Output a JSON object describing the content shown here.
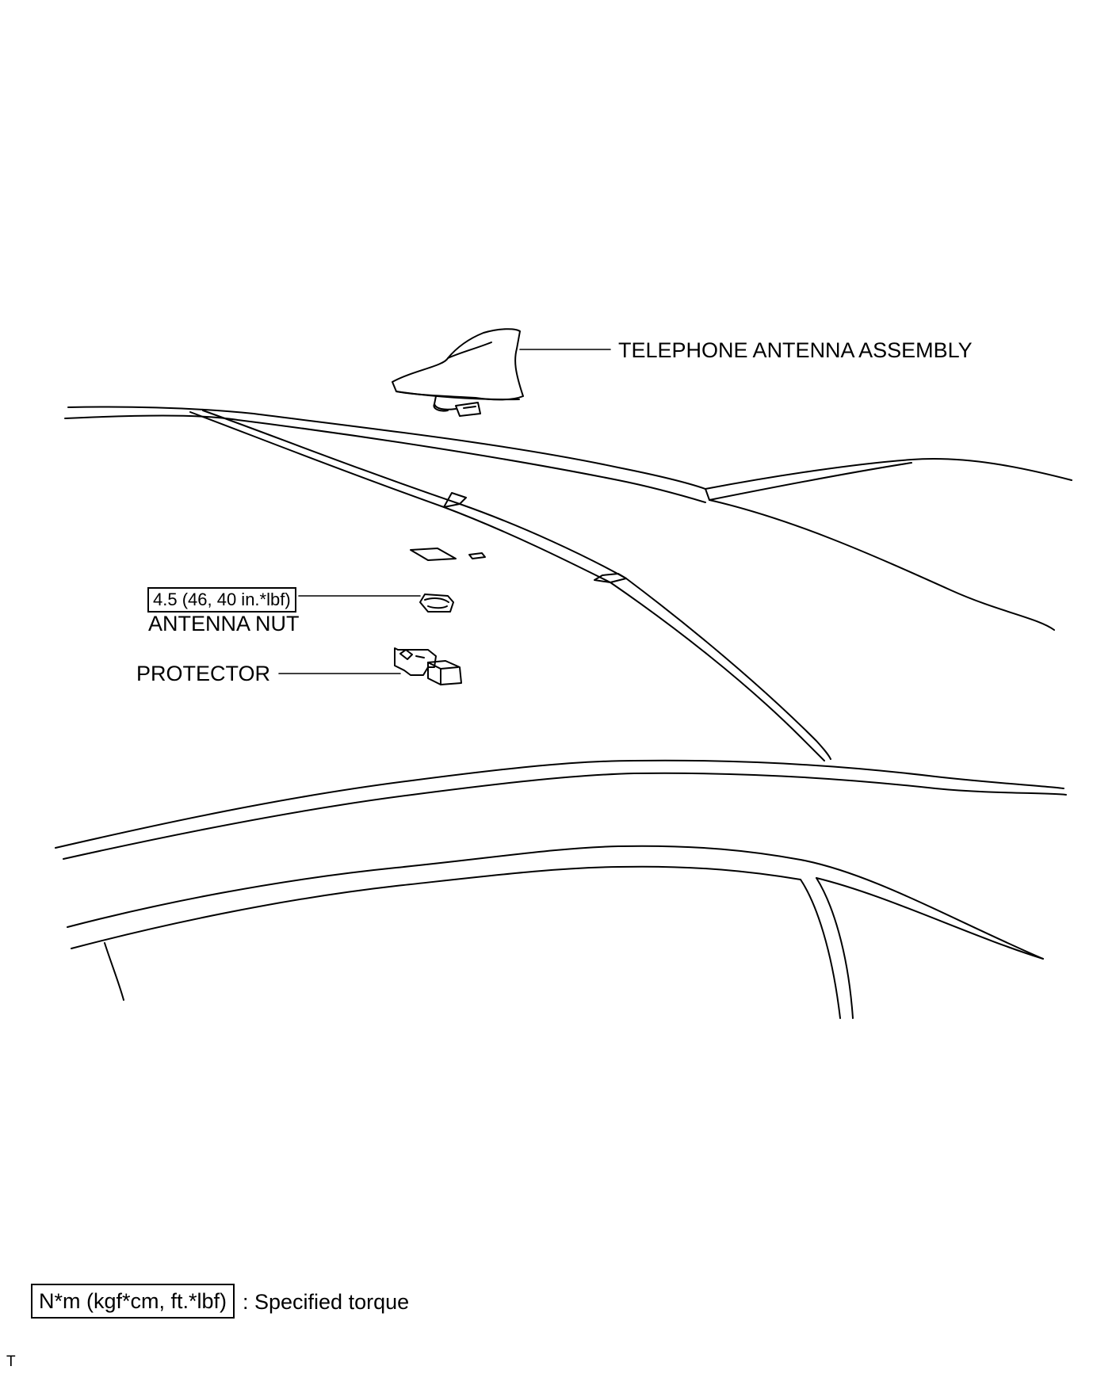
{
  "labels": {
    "telephone_antenna_assembly": "TELEPHONE ANTENNA ASSEMBLY",
    "antenna_nut": "ANTENNA NUT",
    "protector": "PROTECTOR",
    "antenna_nut_torque": "4.5 (46, 40 in.*lbf)"
  },
  "legend": {
    "unit_box": "N*m (kgf*cm, ft.*lbf)",
    "description": ": Specified torque"
  },
  "figure_code": "T"
}
